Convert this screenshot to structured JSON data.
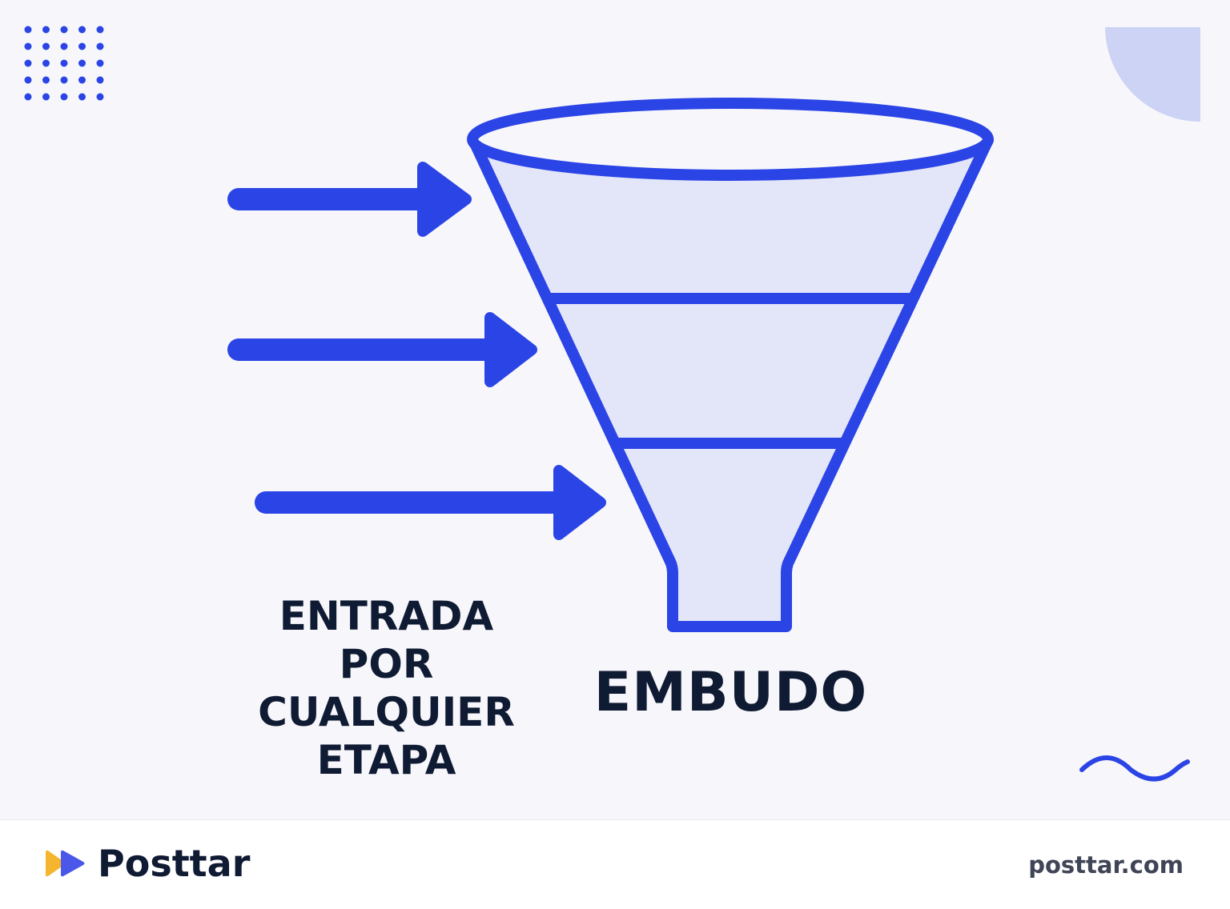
{
  "colors": {
    "accent": "#2b44e6",
    "funnel_fill": "#e3e6f8",
    "corner_shape": "#cdd3f5",
    "text_dark": "#0f1a33",
    "footer_text": "#3f4456"
  },
  "diagram": {
    "entry_label_lines": [
      "ENTRADA",
      "POR",
      "CUALQUIER",
      "ETAPA"
    ],
    "funnel_label": "EMBUDO",
    "funnel_stage_count": 3,
    "entry_arrow_count": 3
  },
  "decor": {
    "dot_grid": "dot-grid-icon",
    "corner": "quarter-circle-shape",
    "wave": "wave-squiggle-icon"
  },
  "footer": {
    "brand_name": "Posttar",
    "logo": "play-arrows-logo-icon",
    "url": "posttar.com"
  }
}
